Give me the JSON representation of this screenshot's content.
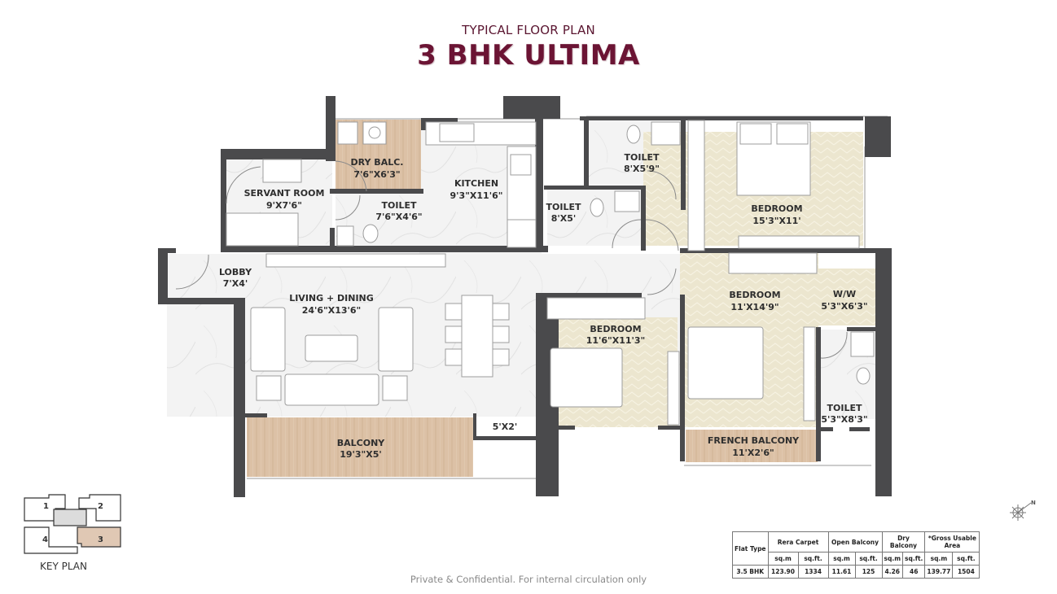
{
  "header": {
    "subtitle": "TYPICAL FLOOR PLAN",
    "title": "3 BHK ULTIMA"
  },
  "colors": {
    "title": "#6b1434",
    "wall": "#4a4a4c",
    "wood_floor": "#dcc1a6",
    "bedroom_floor": "#ece6cf",
    "marble_floor": "#f1f1f1",
    "key_plan_highlight": "#e0c8b4",
    "key_plan_core": "#dcdcdc"
  },
  "rooms": [
    {
      "name": "DRY BALC.",
      "size": "7'6\"X6'3\""
    },
    {
      "name": "SERVANT ROOM",
      "size": "9'X7'6\""
    },
    {
      "name": "TOILET",
      "size": "7'6\"X4'6\""
    },
    {
      "name": "KITCHEN",
      "size": "9'3\"X11'6\""
    },
    {
      "name": "TOILET",
      "size": "8'X5'9\""
    },
    {
      "name": "TOILET",
      "size": "8'X5'"
    },
    {
      "name": "BEDROOM",
      "size": "15'3\"X11'"
    },
    {
      "name": "LOBBY",
      "size": "7'X4'"
    },
    {
      "name": "LIVING + DINING",
      "size": "24'6\"X13'6\""
    },
    {
      "name": "BEDROOM",
      "size": "11'6\"X11'3\""
    },
    {
      "name": "BEDROOM",
      "size": "11'X14'9\""
    },
    {
      "name": "W/W",
      "size": "5'3\"X6'3\""
    },
    {
      "name": "TOILET",
      "size": "5'3\"X8'3\""
    },
    {
      "name": "BALCONY",
      "size": "19'3\"X5'"
    },
    {
      "name": "",
      "size": "5'X2'"
    },
    {
      "name": "FRENCH BALCONY",
      "size": "11'X2'6\""
    }
  ],
  "key_plan": {
    "label": "KEY PLAN",
    "units": [
      "1",
      "2",
      "4",
      "3"
    ],
    "highlighted_unit": "3"
  },
  "compass": {
    "label": "N",
    "icon": "compass-rose-icon"
  },
  "area_table": {
    "headers": [
      "Flat Type",
      "Rera Carpet",
      "Open Balcony",
      "Dry Balcony",
      "*Gross Usable Area"
    ],
    "units": [
      "sq.m",
      "sq.ft.",
      "sq.m",
      "sq.ft.",
      "sq.m",
      "sq.ft.",
      "sq.m",
      "sq.ft."
    ],
    "rows": [
      {
        "flat_type": "3.5 BHK",
        "values": [
          "123.90",
          "1334",
          "11.61",
          "125",
          "4.26",
          "46",
          "139.77",
          "1504"
        ]
      }
    ]
  },
  "footer": {
    "text": "Private & Confidential. For internal circulation only"
  }
}
